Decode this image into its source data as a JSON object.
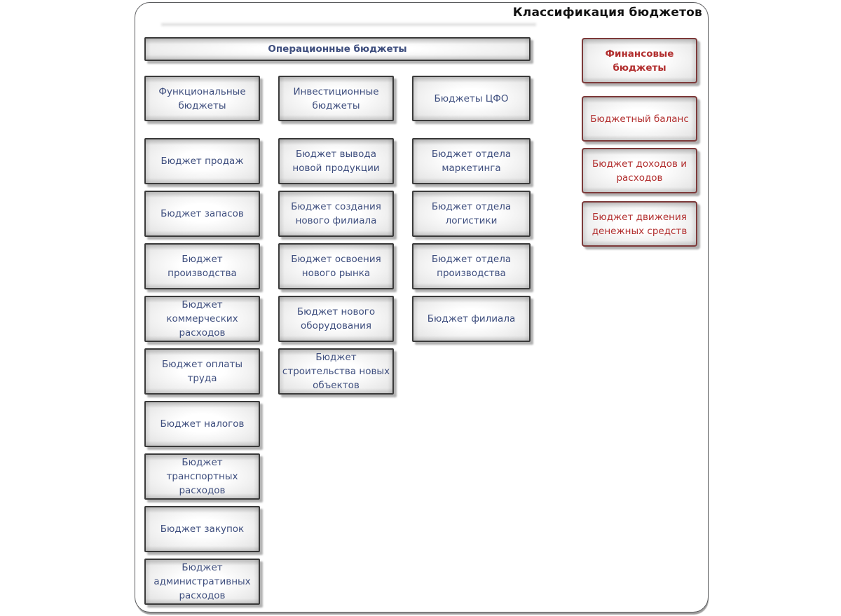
{
  "title": "Классификация бюджетов",
  "header": {
    "label": "Операционные бюджеты"
  },
  "columns": [
    {
      "header": "Функциональные\nбюджеты",
      "items": [
        "Бюджет продаж",
        "Бюджет запасов",
        "Бюджет\nпроизводства",
        "Бюджет\nкоммерческих\nрасходов",
        "Бюджет оплаты\nтруда",
        "Бюджет налогов",
        "Бюджет\nтранспортных\nрасходов",
        "Бюджет закупок",
        "Бюджет\nадминистративных\nрасходов"
      ]
    },
    {
      "header": "Инвестиционные\nбюджеты",
      "items": [
        "Бюджет вывода\nновой продукции",
        "Бюджет создания\nнового филиала",
        "Бюджет освоения\nнового рынка",
        "Бюджет нового\nоборудования",
        "Бюджет\nстроительства новых\nобъектов"
      ]
    },
    {
      "header": "Бюджеты ЦФО",
      "items": [
        "Бюджет отдела\nмаркетинга",
        "Бюджет отдела\nлогистики",
        "Бюджет отдела\nпроизводства",
        "Бюджет филиала"
      ]
    }
  ],
  "financial": {
    "header": "Финансовые\nбюджеты",
    "items": [
      "Бюджетный баланс",
      "Бюджет доходов и\nрасходов",
      "Бюджет движения\nденежных средств"
    ]
  },
  "colors": {
    "operational_text": "#3e4e7e",
    "operational_border": "#3a3a3a",
    "financial_text": "#b22f2f",
    "financial_border": "#7d3a3a",
    "title_text": "#111111"
  }
}
